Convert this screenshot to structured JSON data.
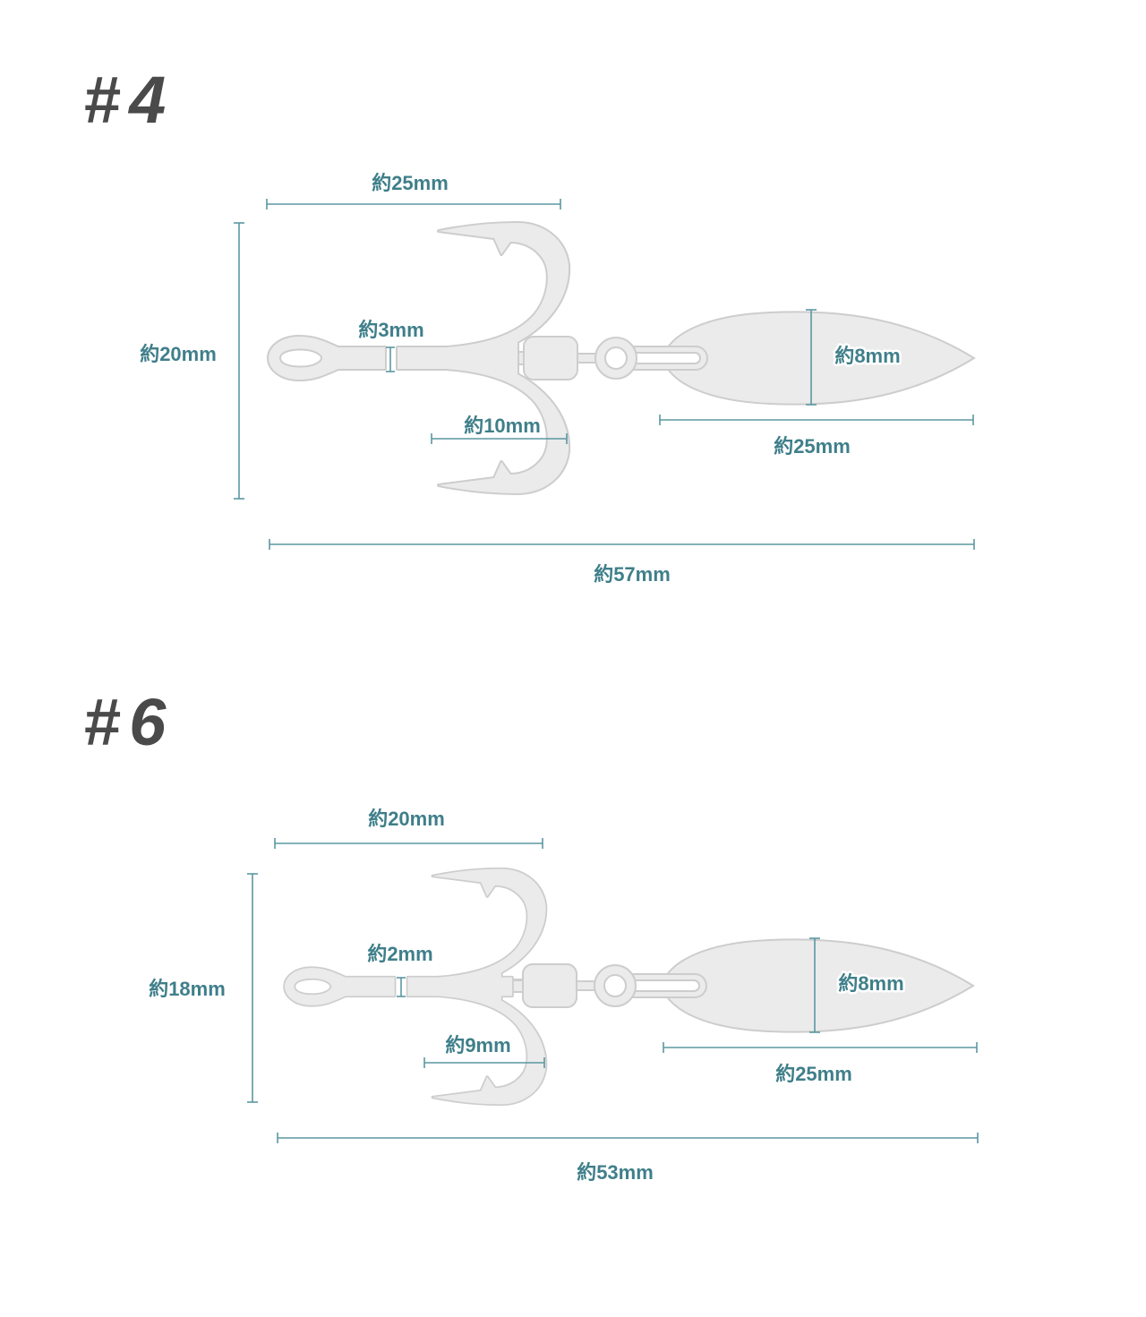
{
  "sections": [
    {
      "title": "#4",
      "labels": {
        "hook_width": "約25mm",
        "hook_height": "約20mm",
        "wire_thickness": "約3mm",
        "hook_gap": "約10mm",
        "blade_thickness": "約8mm",
        "blade_length": "約25mm",
        "total_length": "約57mm"
      }
    },
    {
      "title": "#6",
      "labels": {
        "hook_width": "約20mm",
        "hook_height": "約18mm",
        "wire_thickness": "約2mm",
        "hook_gap": "約9mm",
        "blade_thickness": "約8mm",
        "blade_length": "約25mm",
        "total_length": "約53mm"
      }
    }
  ],
  "colors": {
    "title": "#4a4a4a",
    "dimension_line": "#5b97a1",
    "dimension_text": "#3f7f8a",
    "part_fill": "#ebebeb",
    "part_outline": "#cdcdcd"
  }
}
